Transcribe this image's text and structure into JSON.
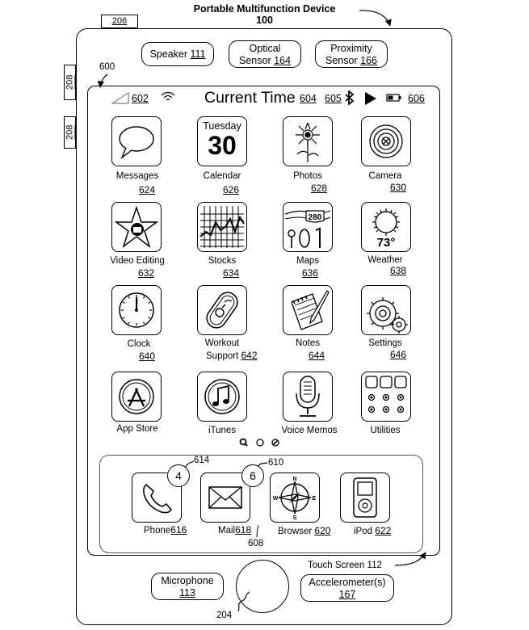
{
  "title": {
    "line1": "Portable Multifunction Device",
    "line2": "100"
  },
  "ref_206": "206",
  "ref_208a": "208",
  "ref_208b": "208",
  "ref_600": "600",
  "sensors": {
    "speaker": {
      "label": "Speaker",
      "num": "111"
    },
    "optical": {
      "label": "Optical",
      "label2": "Sensor",
      "num": "164"
    },
    "proximity": {
      "label": "Proximity",
      "label2": "Sensor",
      "num": "166"
    }
  },
  "status_bar": {
    "signal_num": "602",
    "current_time": "Current Time",
    "time_num": "604",
    "bt_num": "605",
    "battery_num": "606"
  },
  "apps": [
    {
      "label": "Messages",
      "num": "624",
      "icon": "messages-icon"
    },
    {
      "label": "Calendar",
      "num": "626",
      "icon": "calendar-icon",
      "day": "Tuesday",
      "date": "30"
    },
    {
      "label": "Photos",
      "num": "628",
      "icon": "photos-icon"
    },
    {
      "label": "Camera",
      "num": "630",
      "icon": "camera-icon"
    },
    {
      "label": "Video Editing",
      "num": "632",
      "icon": "video-editing-icon"
    },
    {
      "label": "Stocks",
      "num": "634",
      "icon": "stocks-icon"
    },
    {
      "label": "Maps",
      "num": "636",
      "icon": "maps-icon",
      "highway": "280"
    },
    {
      "label": "Weather",
      "num": "638",
      "icon": "weather-icon",
      "temp": "73°"
    },
    {
      "label": "Clock",
      "num": "640",
      "icon": "clock-icon"
    },
    {
      "label": "Workout",
      "label2": "Support",
      "num": "642",
      "icon": "workout-icon"
    },
    {
      "label": "Notes",
      "num": "644",
      "icon": "notes-icon"
    },
    {
      "label": "Settings",
      "num": "646",
      "icon": "settings-icon"
    },
    {
      "label": "App Store",
      "icon": "app-store-icon"
    },
    {
      "label": "iTunes",
      "icon": "itunes-icon"
    },
    {
      "label": "Voice Memos",
      "icon": "voice-memos-icon"
    },
    {
      "label": "Utilities",
      "icon": "utilities-icon"
    }
  ],
  "dock": [
    {
      "label": "Phone",
      "num": "616",
      "icon": "phone-icon",
      "badge": "4",
      "badge_ref": "614"
    },
    {
      "label": "Mail",
      "num": "618",
      "icon": "mail-icon",
      "badge": "6",
      "badge_ref": "610"
    },
    {
      "label": "Browser",
      "num": "620",
      "icon": "browser-icon"
    },
    {
      "label": "iPod",
      "num": "622",
      "icon": "ipod-icon"
    }
  ],
  "dock_ref": "608",
  "touch_screen": {
    "label": "Touch Screen",
    "num": "112"
  },
  "microphone": {
    "label": "Microphone",
    "num": "113"
  },
  "accelerometer": {
    "label": "Accelerometer(s)",
    "num": "167"
  },
  "home_ref": "204"
}
